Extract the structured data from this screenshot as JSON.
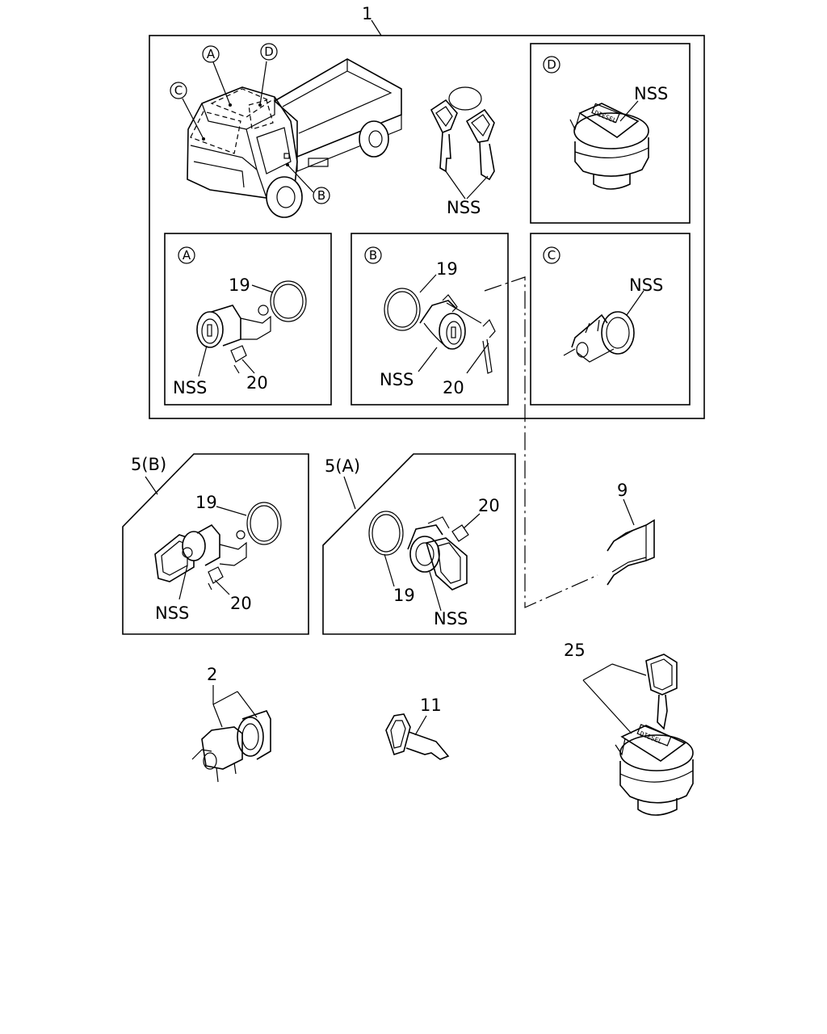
{
  "callouts": {
    "assembly": "1",
    "key_set_b": "5(B)",
    "key_set_a": "5(A)",
    "cylinder": "2",
    "clip": "9",
    "key": "11",
    "fuel_cap": "25"
  },
  "view_markers": {
    "a": "A",
    "b": "B",
    "c": "C",
    "d": "D"
  },
  "part_labels": {
    "nss": "NSS",
    "gasket": "19",
    "retainer": "20"
  },
  "cap_text": "DIESEL"
}
